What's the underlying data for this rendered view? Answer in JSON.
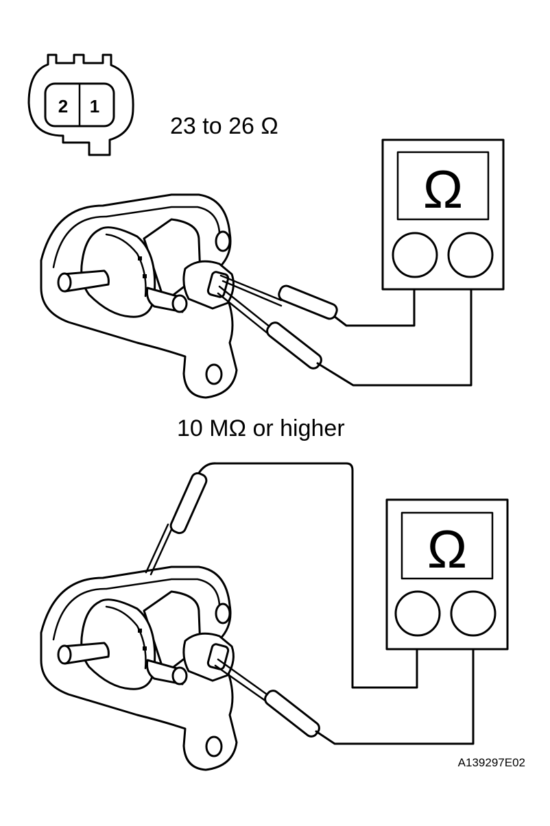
{
  "connector": {
    "pin_left": "2",
    "pin_right": "1"
  },
  "test_1": {
    "value": "23 to 26 Ω",
    "meter_symbol": "Ω"
  },
  "test_2": {
    "value": "10 MΩ or higher",
    "meter_symbol": "Ω"
  },
  "figure_id": "A139297E02"
}
